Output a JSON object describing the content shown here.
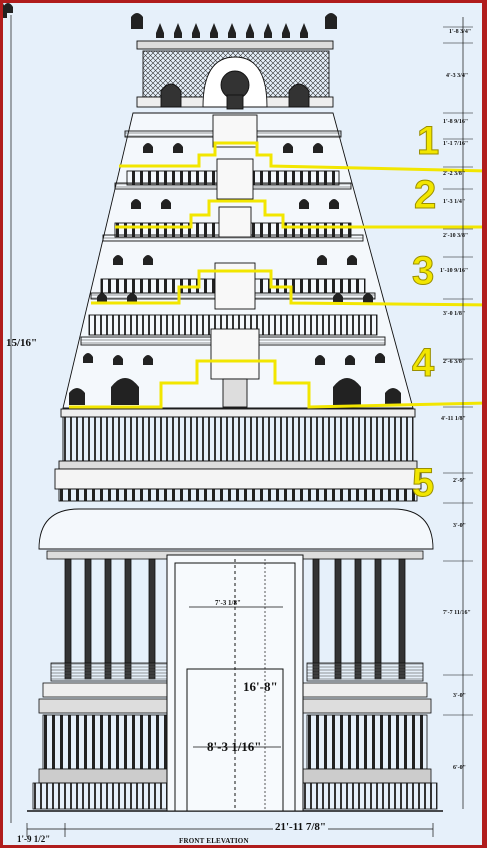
{
  "drawing": {
    "caption": "FRONT ELEVATION",
    "overall_width": "21'-11 7/8\"",
    "left_offset": "1'-9 1/2\"",
    "left_height_partial": "15/16\"",
    "door_width": "7'-3 1/8\"",
    "inner_height": "16'-8\"",
    "inner_width": "8'-3 1/16\"",
    "tier_numbers": [
      "1",
      "2",
      "3",
      "4",
      "5"
    ],
    "right_dimensions": [
      "1'-8 3/4\"",
      "4'-3 3/4\"",
      "1'-8 9/16\"",
      "1'-1 7/16\"",
      "2'-2 3/8\"",
      "1'-3 1/4\"",
      "2'-10 3/8\"",
      "1'-10 9/16\"",
      "3'-0 1/8\"",
      "2'-6 3/8\"",
      "4'-11 1/8\"",
      "2'-9\"",
      "3'-0\"",
      "7'-7 11/16\"",
      "3'-0\"",
      "6'-0\""
    ],
    "colors": {
      "frame": "#b01c1c",
      "background": "#e6f0fa",
      "highlight": "#f2e600",
      "ink": "#111111"
    }
  }
}
